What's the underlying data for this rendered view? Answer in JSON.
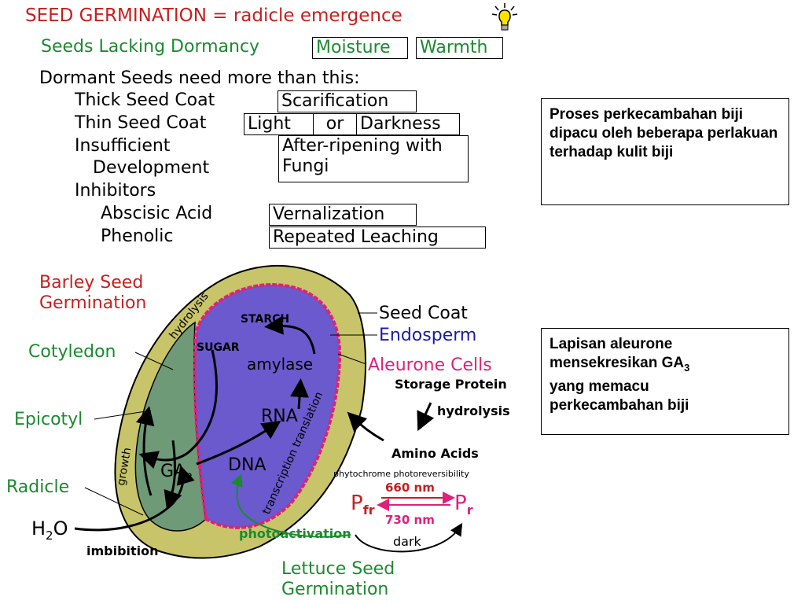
{
  "title": "SEED GERMINATION = radicle emergence",
  "lacking": {
    "label": "Seeds Lacking Dormancy",
    "moisture": "Moisture",
    "warmth": "Warmth"
  },
  "dormant_heading": "Dormant Seeds need more than this:",
  "rows": {
    "thick": {
      "label": "Thick Seed Coat",
      "treatment": "Scarification"
    },
    "thin": {
      "label": "Thin Seed Coat",
      "light": "Light",
      "or": "or",
      "darkness": "Darkness"
    },
    "insufficient": {
      "label1": "Insufficient",
      "label2": "Development",
      "treatment1": "After-ripening with",
      "treatment2": "Fungi"
    },
    "inhibitors": "Inhibitors",
    "abscisic": {
      "label": "Abscisic Acid",
      "treatment": "Vernalization"
    },
    "phenolic": {
      "label": "Phenolic",
      "treatment": "Repeated Leaching"
    }
  },
  "note1": "Proses perkecambahan biji dipacu oleh beberapa perlakuan terhadap kulit biji",
  "note2": {
    "line1": "Lapisan aleurone",
    "line2a": "mensekresikan GA",
    "line2sub": "3",
    "line3": "yang memacu",
    "line4": "perkecambahan biji"
  },
  "diagram": {
    "barley1": "Barley Seed",
    "barley2": "Germination",
    "cotyledon": "Cotyledon",
    "epicotyl": "Epicotyl",
    "radicle": "Radicle",
    "h2o_h": "H",
    "h2o_2": "2",
    "h2o_o": "O",
    "imbibition": "imbibition",
    "seed_coat": "Seed Coat",
    "endosperm": "Endosperm",
    "aleurone": "Aleurone Cells",
    "storage_protein": "Storage Protein",
    "hydrolysis_right": "hydrolysis",
    "amino_acids": "Amino Acids",
    "phyto": "phytochrome photoreversibility",
    "nm660": "660 nm",
    "nm730": "730 nm",
    "pfr_p": "P",
    "pfr_sub": "fr",
    "pr_p": "P",
    "pr_sub": "r",
    "dark": "dark",
    "photoactivation": "photoactivation",
    "lettuce1": "Lettuce Seed",
    "lettuce2": "Germination",
    "starch": "STARCH",
    "sugar": "SUGAR",
    "amylase": "amylase",
    "rna": "RNA",
    "dna": "DNA",
    "ga": "GA",
    "ga_sub": "3",
    "growth": "growth",
    "hydrolysis_arc": "hydrolysis",
    "transcription": "transcription translation"
  },
  "colors": {
    "red": "#c81e1e",
    "green": "#1b8a2e",
    "blue": "#1a1aa8",
    "magenta": "#e0207a",
    "seed_coat": "#c8c46a",
    "cotyledon_fill": "#6e9a78",
    "endosperm_fill": "#6a5acd"
  },
  "icons": [
    "lightbulb-icon"
  ]
}
